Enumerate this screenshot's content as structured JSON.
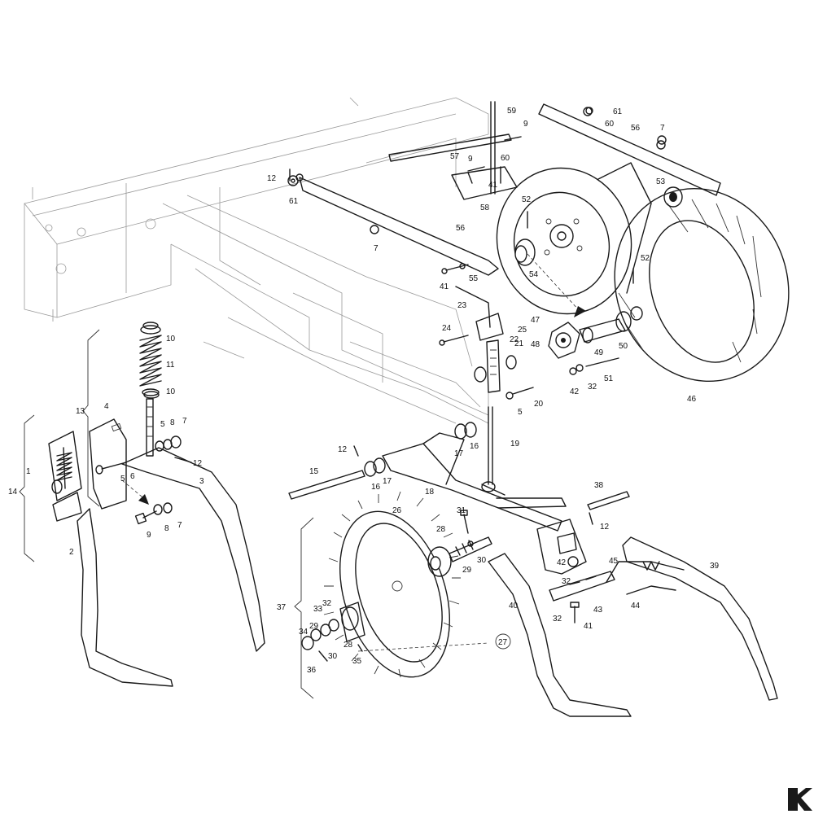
{
  "diagram": {
    "part_numbers": {
      "p1": "1",
      "p2": "2",
      "p3": "3",
      "p4": "4",
      "p5": "5",
      "p6": "6",
      "p7": "7",
      "p8": "8",
      "p9": "9",
      "p10": "10",
      "p11": "11",
      "p12": "12",
      "p13": "13",
      "p14": "14",
      "p15": "15",
      "p16": "16",
      "p17": "17",
      "p18": "18",
      "p19": "19",
      "p20": "20",
      "p21": "21",
      "p22": "22",
      "p23": "23",
      "p24": "24",
      "p25": "25",
      "p26": "26",
      "p27": "27",
      "p28": "28",
      "p29": "29",
      "p30": "30",
      "p31": "31",
      "p32": "32",
      "p33": "33",
      "p34": "34",
      "p35": "35",
      "p36": "36",
      "p37": "37",
      "p38": "38",
      "p39": "39",
      "p40": "40",
      "p41": "41",
      "p42": "42",
      "p43": "43",
      "p44": "44",
      "p45": "45",
      "p46": "46",
      "p47": "47",
      "p48": "48",
      "p49": "49",
      "p50": "50",
      "p51": "51",
      "p52": "52",
      "p53": "53",
      "p54": "54",
      "p55": "55",
      "p56": "56",
      "p57": "57",
      "p58": "58",
      "p59": "59",
      "p60": "60",
      "p61": "61"
    },
    "colors": {
      "line": "#1a1a1a",
      "faint": "#9a9a9a",
      "background": "#ffffff"
    }
  }
}
